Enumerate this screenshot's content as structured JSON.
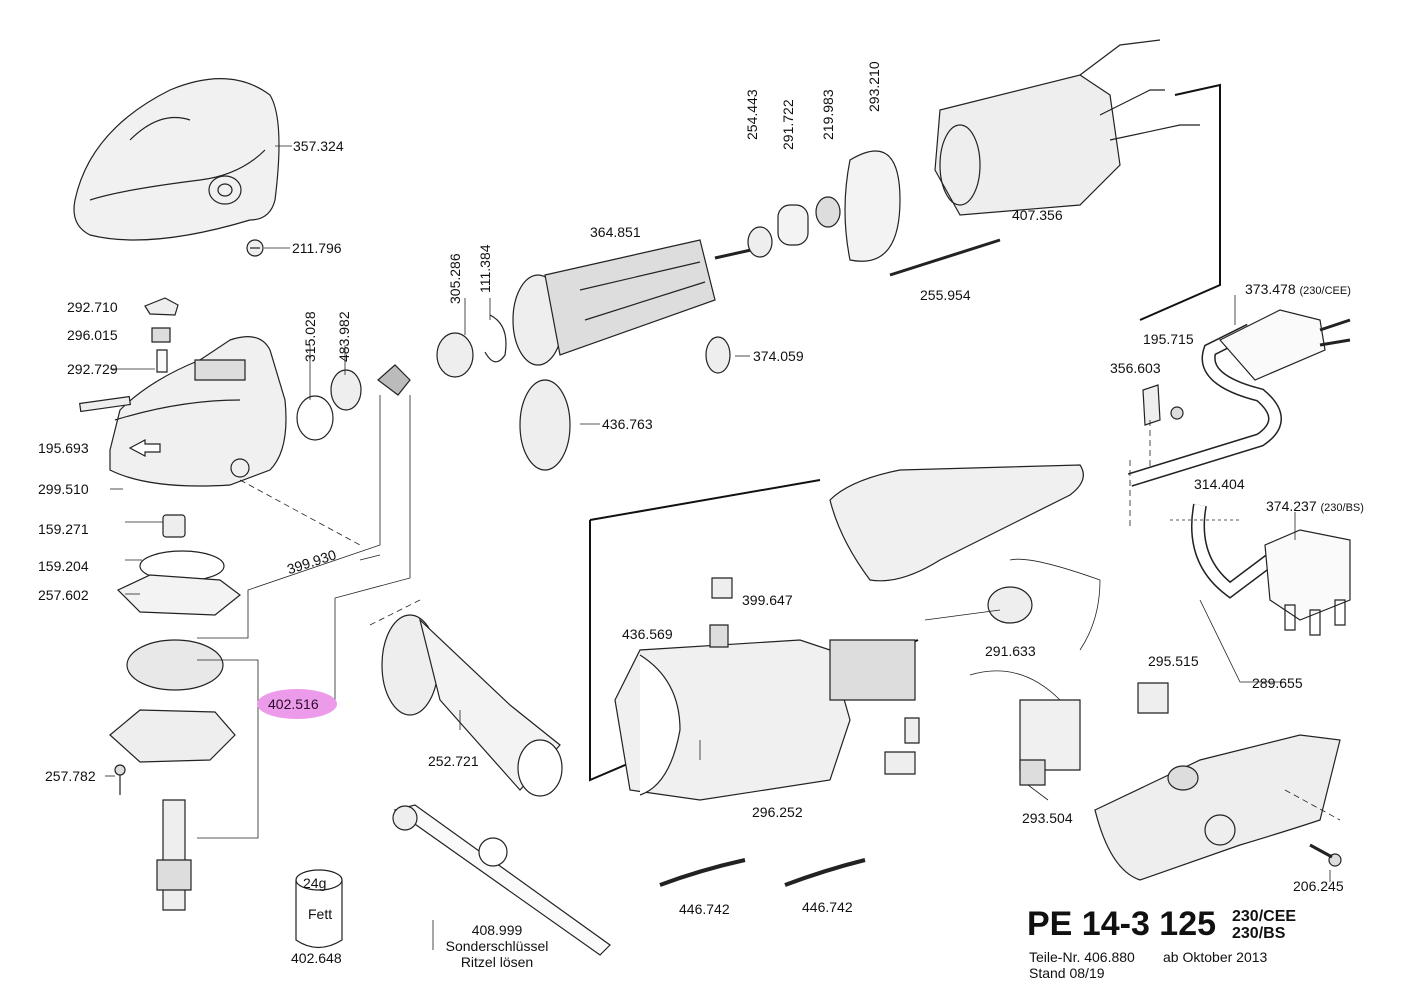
{
  "document": {
    "model": "PE 14-3 125",
    "variants": [
      "230/CEE",
      "230/BS"
    ],
    "part_list_no": "Teile-Nr. 406.880",
    "valid_from": "ab Oktober 2013",
    "revision": "Stand 08/19",
    "highlight_color": "#ec9bea"
  },
  "parts": {
    "p357324": "357.324",
    "p211796": "211.796",
    "p292710": "292.710",
    "p296015": "296.015",
    "p292729": "292.729",
    "p195693": "195.693",
    "p299510": "299.510",
    "p159271": "159.271",
    "p159204": "159.204",
    "p257602": "257.602",
    "p399930": "399.930",
    "p402516": "402.516",
    "p257782": "257.782",
    "p315028": "315.028",
    "p483982": "483.982",
    "p305286": "305.286",
    "p111384": "111.384",
    "p364851": "364.851",
    "p254443": "254.443",
    "p291722": "291.722",
    "p219983": "219.983",
    "p293210": "293.210",
    "p407356": "407.356",
    "p255954": "255.954",
    "p374059": "374.059",
    "p436763": "436.763",
    "p373478": "373.478",
    "p373478_note": "(230/CEE)",
    "p195715": "195.715",
    "p356603": "356.603",
    "p314404": "314.404",
    "p374237": "374.237",
    "p374237_note": "(230/BS)",
    "p399647": "399.647",
    "p436569": "436.569",
    "p291633": "291.633",
    "p295515": "295.515",
    "p289655": "289.655",
    "p252721": "252.721",
    "p296252": "296.252",
    "p293504": "293.504",
    "p206245": "206.245",
    "p446742a": "446.742",
    "p446742b": "446.742",
    "p408999": "408.999",
    "p408999_desc1": "Sonderschlüssel",
    "p408999_desc2": "Ritzel lösen",
    "p402648": "402.648",
    "grease_weight": "24g",
    "grease_label": "Fett"
  }
}
